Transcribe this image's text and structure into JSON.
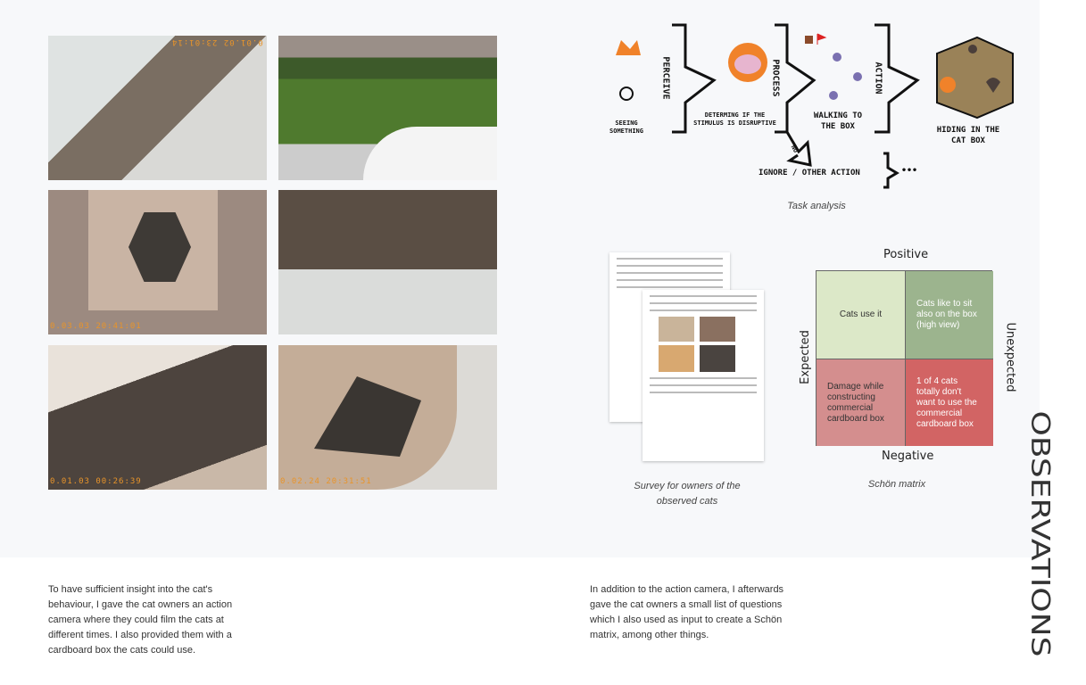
{
  "photos": [
    {
      "timestamp": "0.01.02 23:01:14",
      "bg": "#8a8a86"
    },
    {
      "timestamp": "",
      "bg": "#4f7a2e"
    },
    {
      "timestamp": "0.03.03 20:41:01",
      "bg": "#a48f82"
    },
    {
      "timestamp": "",
      "bg": "#6e6862"
    },
    {
      "timestamp": "0.01.03 00:26:39",
      "bg": "#5a4e46"
    },
    {
      "timestamp": "0.02.24 20:31:51",
      "bg": "#b8a28e"
    }
  ],
  "task_analysis": {
    "seeing": "SEEING SOMETHING",
    "perceive": "PERCEIVE",
    "determining": "DETERMING IF THE STIMULUS IS DISRUPTIVE",
    "process": "PROCESS",
    "walking": "WALKING TO THE BOX",
    "action": "ACTION",
    "hiding": "HIDING IN THE CAT BOX",
    "no": "NO",
    "ignore": "IGNORE / OTHER ACTION",
    "ellipsis": "•••",
    "caption": "Task analysis"
  },
  "survey": {
    "caption": "Survey for owners of the observed cats"
  },
  "matrix": {
    "top": "Positive",
    "bottom": "Negative",
    "left": "Expected",
    "right": "Unexpected",
    "cells": [
      {
        "text": "Cats use it",
        "color": "#dce8c8",
        "textColor": "#333"
      },
      {
        "text": "Cats like to sit also on the box (high view)",
        "color": "#9cb48e",
        "textColor": "#fff"
      },
      {
        "text": "Damage while constructing commercial cardboard box",
        "color": "#d48e8e",
        "textColor": "#333"
      },
      {
        "text": "1 of 4 cats totally don't want to use the commercial cardboard box",
        "color": "#d26464",
        "textColor": "#fff"
      }
    ],
    "caption": "Schön matrix"
  },
  "text_left": "To have sufficient insight into the cat's behaviour, I gave the cat owners an action camera where they could film the cats at different times. I also provided them with a cardboard box the cats could use.",
  "text_right": "In addition to the action camera, I afterwards gave the cat owners a small list of questions which I also used as input to create a Schön matrix, among other things.",
  "section_title": "OBSERVATIONS"
}
